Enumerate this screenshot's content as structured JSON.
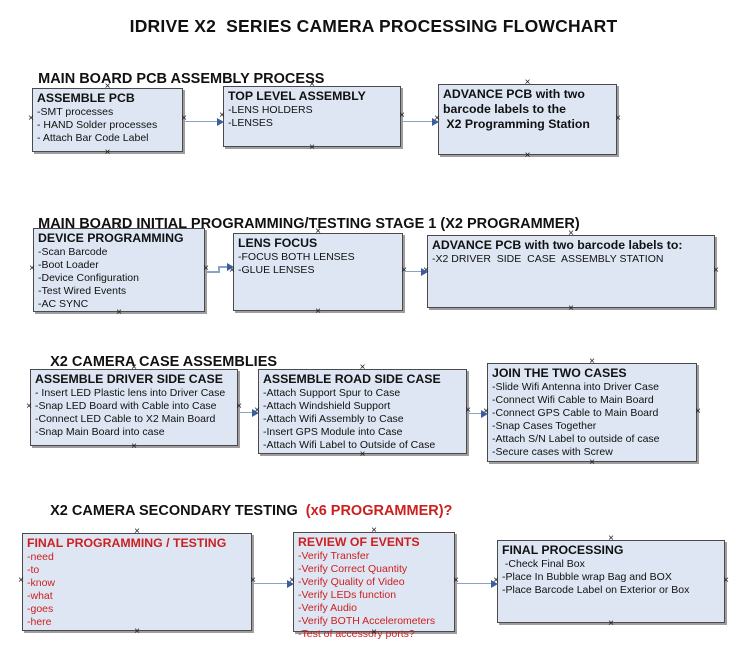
{
  "title": "IDRIVE X2  SERIES CAMERA PROCESSING FLOWCHART",
  "colors": {
    "background": "#ffffff",
    "box_fill": "#dde6f2",
    "box_border": "#4a4a4a",
    "box_shadow": "#9e9e9e",
    "arrow_line": "#8aa3cc",
    "arrow_head": "#3d5e9e",
    "text": "#111111",
    "red_text": "#cc2020"
  },
  "sections": [
    {
      "heading": "MAIN BOARD PCB ASSEMBLY PROCESS",
      "boxes": [
        {
          "title_lines": [
            "ASSEMBLE PCB"
          ],
          "items": [
            "-SMT processes",
            "- HAND Solder processes",
            "- Attach Bar Code Label"
          ]
        },
        {
          "title_lines": [
            "TOP LEVEL ASSEMBLY"
          ],
          "items": [
            "-LENS HOLDERS",
            "-LENSES"
          ]
        },
        {
          "title_lines": [
            "ADVANCE PCB with two",
            "barcode labels to the",
            " X2 Programming Station"
          ],
          "items": []
        }
      ]
    },
    {
      "heading": "MAIN BOARD INITIAL PROGRAMMING/TESTING STAGE 1 (X2 PROGRAMMER)",
      "boxes": [
        {
          "title_lines": [
            "DEVICE PROGRAMMING"
          ],
          "items": [
            "-Scan Barcode",
            "-Boot Loader",
            "-Device Configuration",
            "-Test Wired Events",
            "-AC SYNC"
          ]
        },
        {
          "title_lines": [
            "LENS FOCUS"
          ],
          "items": [
            "-FOCUS BOTH LENSES",
            "-GLUE LENSES"
          ]
        },
        {
          "title_lines": [
            "ADVANCE PCB with two barcode labels to:"
          ],
          "items": [
            "-X2 DRIVER  SIDE  CASE  ASSEMBLY STATION"
          ]
        }
      ]
    },
    {
      "heading": "X2 CAMERA CASE ASSEMBLIES",
      "boxes": [
        {
          "title_lines": [
            "ASSEMBLE DRIVER SIDE CASE"
          ],
          "items": [
            "- Insert LED Plastic lens into Driver Case",
            "-Snap LED Board with Cable into Case",
            "-Connect LED Cable to X2 Main Board",
            "-Snap Main Board into case"
          ]
        },
        {
          "title_lines": [
            "ASSEMBLE ROAD SIDE CASE"
          ],
          "items": [
            "-Attach Support Spur to Case",
            "-Attach Windshield Support",
            "-Attach Wifi Assembly to Case",
            "-Insert GPS Module into Case",
            "-Attach Wifi Label to Outside of Case"
          ]
        },
        {
          "title_lines": [
            "JOIN THE TWO CASES"
          ],
          "items": [
            "-Slide Wifi Antenna into Driver Case",
            "-Connect Wifi Cable to Main Board",
            "-Connect GPS Cable to Main Board",
            "-Snap Cases Together",
            "-Attach S/N Label to outside of case",
            "-Secure cases with Screw"
          ]
        }
      ]
    },
    {
      "heading": "X2 CAMERA SECONDARY TESTING  ",
      "heading_suffix": "(x6 PROGRAMMER)?",
      "boxes": [
        {
          "title_lines": [
            "FINAL PROGRAMMING / TESTING"
          ],
          "items": [
            "-need",
            "-to",
            "-know",
            "-what",
            "-goes",
            "-here"
          ]
        },
        {
          "title_lines": [
            "REVIEW OF EVENTS"
          ],
          "items": [
            "-Verify Transfer",
            "-Verify Correct Quantity",
            "-Verify Quality of Video",
            "-Verify LEDs function",
            "-Verify Audio",
            "-Verify BOTH Accelerometers",
            "-Test of accessory ports?"
          ]
        },
        {
          "title_lines": [
            "FINAL PROCESSING"
          ],
          "items": [
            " -Check Final Box",
            "-Place In Bubble wrap Bag and BOX",
            "-Place Barcode Label on Exterior or Box"
          ]
        }
      ]
    }
  ]
}
